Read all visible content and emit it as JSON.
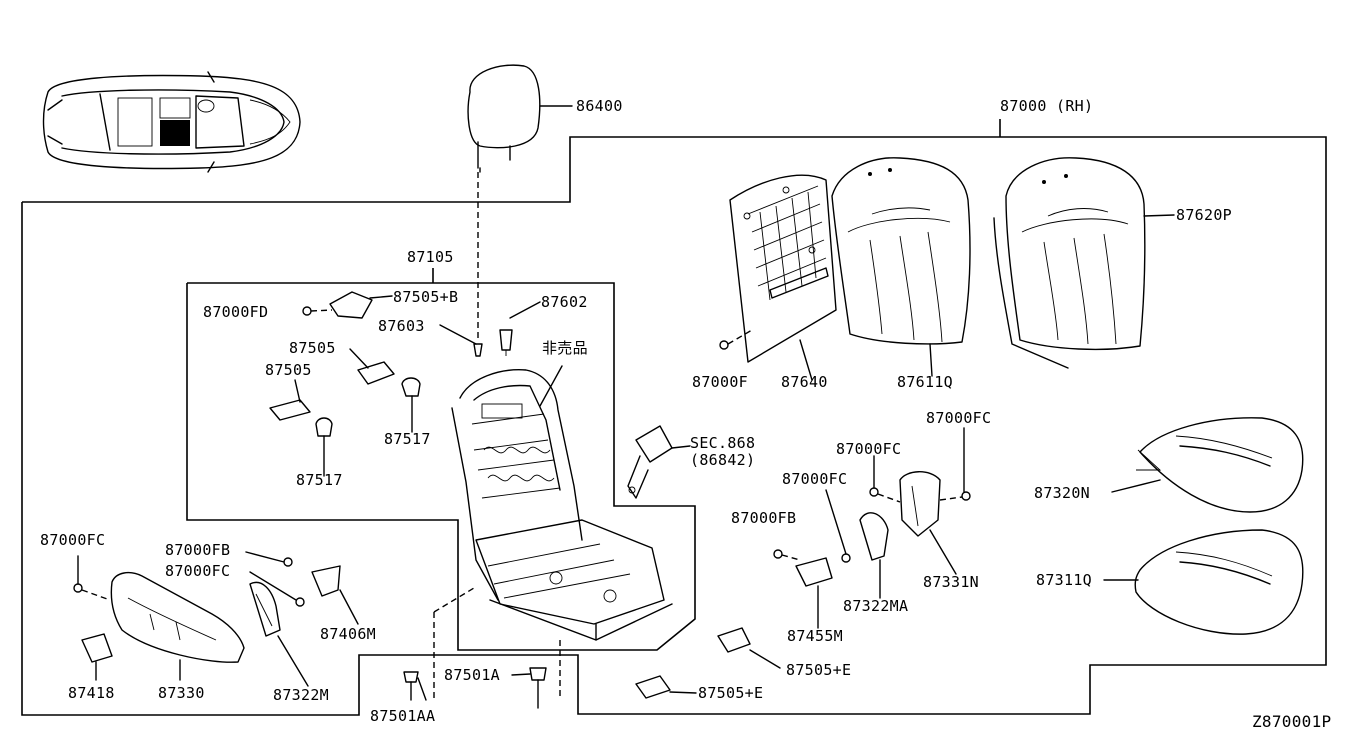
{
  "labels": {
    "headrest": "86400",
    "seat_assy_rh": "87000 (RH)",
    "frame": "87105",
    "bracket_top": "87505+B",
    "screw_fd": "87000FD",
    "pin_87603": "87603",
    "pin_87602": "87602",
    "not_sold": "非売品",
    "clip_87505_a": "87505",
    "clip_87505_b": "87505",
    "clip_87517_a": "87517",
    "clip_87517_b": "87517",
    "back_board_screw": "87000F",
    "back_board": "87640",
    "back_pad": "87611Q",
    "back_trim": "87620P",
    "sec_ref": "SEC.868",
    "sec_ref_part": "(86842)",
    "screw_fc_right_top": "87000FC",
    "screw_fc_right_mid": "87000FC",
    "screw_fc_right_low": "87000FC",
    "screw_fb_right": "87000FB",
    "cushion_trim": "87320N",
    "cushion_pad": "87311Q",
    "cover_87331n": "87331N",
    "cover_87322ma": "87322MA",
    "bracket_87455m": "87455M",
    "clip_505e_a": "87505+E",
    "clip_505e_b": "87505+E",
    "screw_fc_left": "87000FC",
    "screw_fb_left": "87000FB",
    "screw_fc_left_2": "87000FC",
    "cover_87406m": "87406M",
    "knob_87418": "87418",
    "finisher_87330": "87330",
    "cover_87322m": "87322M",
    "bolt_87501a": "87501A",
    "bolt_87501aa": "87501AA",
    "drawing_code": "Z870001P"
  },
  "icons": [
    "car-top-view-icon",
    "headrest-icon",
    "seat-frame-icon",
    "seat-back-board-icon",
    "seat-back-pad-icon",
    "seat-back-trim-icon",
    "cushion-trim-icon",
    "cushion-pad-icon",
    "seat-belt-buckle-icon",
    "side-finisher-icon",
    "screw-icon",
    "bolt-icon",
    "clip-icon"
  ]
}
